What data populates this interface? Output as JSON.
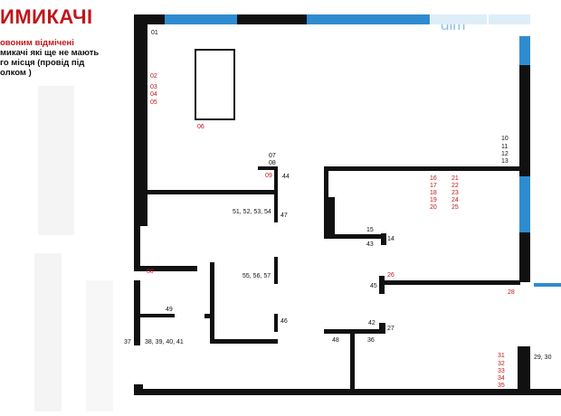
{
  "legend": {
    "title": "ИМИКАЧІ",
    "line1": "овоним відмічені",
    "line2": "микачі які ще не мають",
    "line3": "го місця (провід під",
    "line4": "олком )"
  },
  "watermark": "dim",
  "colors": {
    "wall": "#111111",
    "window": "#2f8bd0",
    "red_label": "#c0161b",
    "black_label": "#111111"
  },
  "labels": [
    {
      "text": "01",
      "color": "black"
    },
    {
      "text": "02",
      "color": "red"
    },
    {
      "text": "03",
      "color": "red"
    },
    {
      "text": "04",
      "color": "red"
    },
    {
      "text": "05",
      "color": "red"
    },
    {
      "text": "06",
      "color": "red"
    },
    {
      "text": "07",
      "color": "black"
    },
    {
      "text": "08",
      "color": "black"
    },
    {
      "text": "09",
      "color": "red"
    },
    {
      "text": "44",
      "color": "black"
    },
    {
      "text": "10",
      "color": "black"
    },
    {
      "text": "11",
      "color": "black"
    },
    {
      "text": "12",
      "color": "black"
    },
    {
      "text": "13",
      "color": "black"
    },
    {
      "text": "16",
      "color": "red"
    },
    {
      "text": "17",
      "color": "red"
    },
    {
      "text": "18",
      "color": "red"
    },
    {
      "text": "19",
      "color": "red"
    },
    {
      "text": "20",
      "color": "red"
    },
    {
      "text": "21",
      "color": "red"
    },
    {
      "text": "22",
      "color": "red"
    },
    {
      "text": "23",
      "color": "red"
    },
    {
      "text": "24",
      "color": "red"
    },
    {
      "text": "25",
      "color": "red"
    },
    {
      "text": "51, 52, 53, 54",
      "color": "black"
    },
    {
      "text": "47",
      "color": "black"
    },
    {
      "text": "15",
      "color": "black"
    },
    {
      "text": "14",
      "color": "black"
    },
    {
      "text": "43",
      "color": "black"
    },
    {
      "text": "50",
      "color": "red"
    },
    {
      "text": "55, 56, 57",
      "color": "black"
    },
    {
      "text": "26",
      "color": "red"
    },
    {
      "text": "45",
      "color": "black"
    },
    {
      "text": "28",
      "color": "red"
    },
    {
      "text": "49",
      "color": "black"
    },
    {
      "text": "46",
      "color": "black"
    },
    {
      "text": "42",
      "color": "black"
    },
    {
      "text": "27",
      "color": "black"
    },
    {
      "text": "37",
      "color": "black"
    },
    {
      "text": "38, 39, 40, 41",
      "color": "black"
    },
    {
      "text": "48",
      "color": "black"
    },
    {
      "text": "36",
      "color": "black"
    },
    {
      "text": "31",
      "color": "red"
    },
    {
      "text": "32",
      "color": "red"
    },
    {
      "text": "33",
      "color": "red"
    },
    {
      "text": "34",
      "color": "red"
    },
    {
      "text": "35",
      "color": "red"
    },
    {
      "text": "29, 30",
      "color": "black"
    }
  ]
}
